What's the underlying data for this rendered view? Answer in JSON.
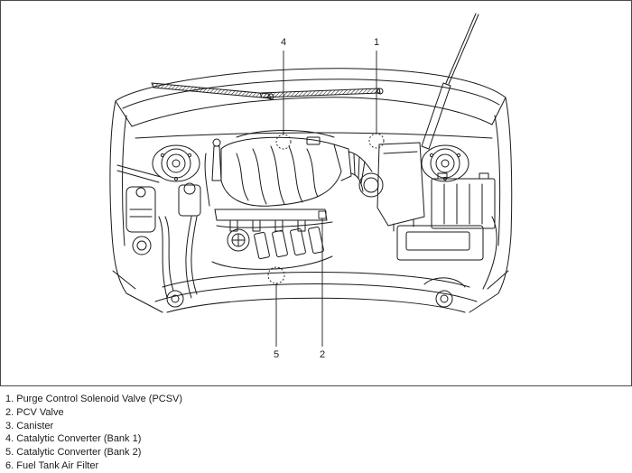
{
  "diagram": {
    "callouts": [
      {
        "label": "1"
      },
      {
        "label": "2"
      },
      {
        "label": "4"
      },
      {
        "label": "5"
      }
    ]
  },
  "legend": {
    "items": [
      "1. Purge Control Solenoid Valve (PCSV)",
      "2. PCV Valve",
      "3. Canister",
      "4. Catalytic Converter (Bank 1)",
      "5. Catalytic Converter (Bank 2)",
      "6. Fuel Tank Air Filter"
    ]
  },
  "colors": {
    "line": "#1a1a1a",
    "frame": "#4a4a4a",
    "background": "#ffffff"
  }
}
